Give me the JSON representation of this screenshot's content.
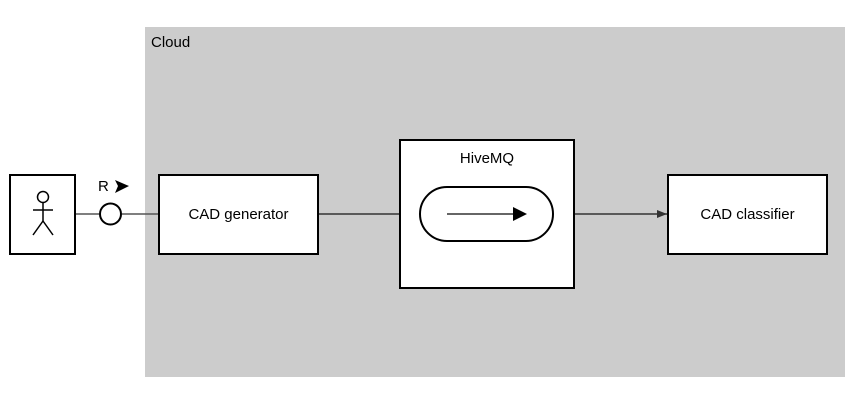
{
  "diagram": {
    "cloud_label": "Cloud",
    "interface_label": "R",
    "components": {
      "generator": "CAD generator",
      "broker": "HiveMQ",
      "classifier": "CAD classifier"
    },
    "icons": {
      "actor": "stick-figure-icon",
      "interface": "provided-interface-circle-icon",
      "direction": "triangle-right-icon",
      "queue": "queue-channel-icon"
    }
  }
}
